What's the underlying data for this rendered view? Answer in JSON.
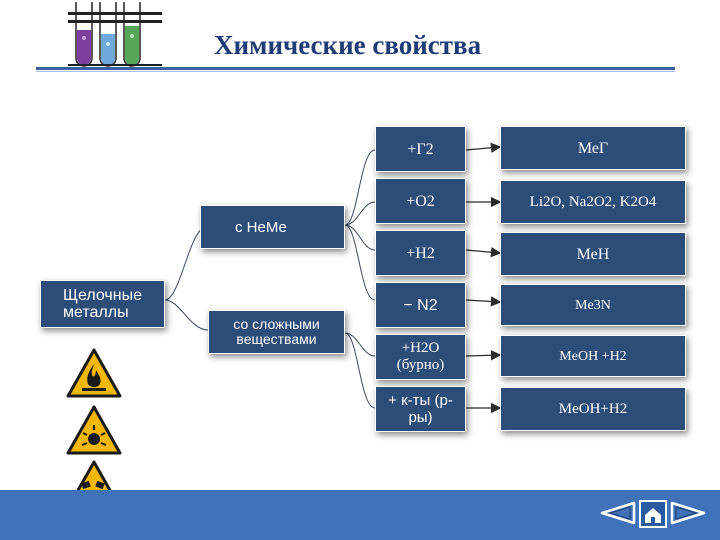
{
  "slide": {
    "title": "Химические свойства"
  },
  "diagram": {
    "root": "Щелочные металлы",
    "branches": [
      {
        "label": "с НеМе"
      },
      {
        "label": "со сложными веществами"
      }
    ],
    "reactions": [
      {
        "reagent": "+Г2",
        "product": "МеГ"
      },
      {
        "reagent": "+О2",
        "product": "Li2O, Na2O2,  K2O4"
      },
      {
        "reagent": "+Н2",
        "product": "МеН"
      },
      {
        "reagent": "− N2",
        "product": "Me3N"
      },
      {
        "reagent": "+H2O (бурно)",
        "product": "MeOH +H2"
      },
      {
        "reagent": "+ к-ты (р-ры)",
        "product": "MeOH+H2"
      }
    ]
  },
  "icons": {
    "tubes": "test-tubes-icon",
    "hazard1": "flammable-hazard-icon",
    "hazard2": "explosive-hazard-icon",
    "hazard3": "corrosive-hazard-icon",
    "prev": "arrow-left-icon",
    "home": "home-icon",
    "next": "arrow-right-icon"
  },
  "colors": {
    "box": "#2c4d78",
    "title": "#1f3c78",
    "footer": "#3f72b8",
    "hazard": "#f5b800"
  }
}
